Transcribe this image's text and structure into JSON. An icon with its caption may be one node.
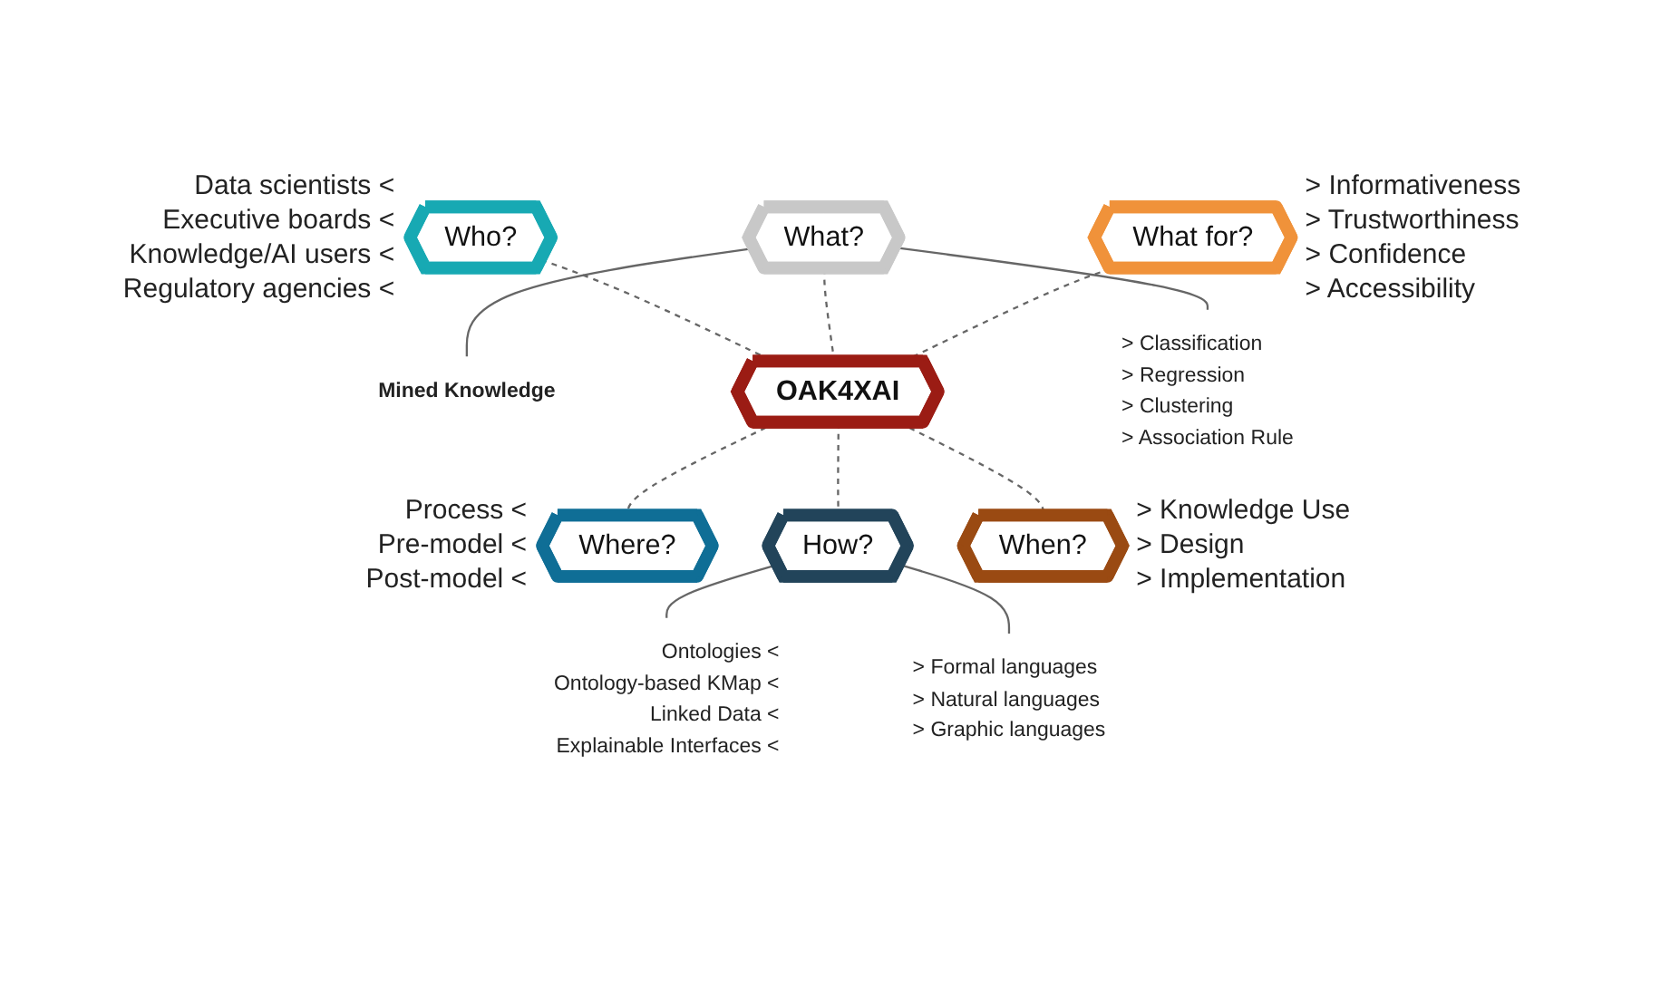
{
  "diagram": {
    "nodes": [
      {
        "text": [
          "What?"
        ]
      },
      {
        "text": [
          "Mined Knowledge"
        ]
      },
      {
        "text": [
          "> Classification",
          "> Regression",
          "> Clustering",
          "> Association Rule"
        ]
      },
      {
        "text": [
          "Who?"
        ],
        "beside": [
          "Data scientists <",
          "Executive boards <",
          "Knowledge/AI users <",
          "Regulatory agencies <"
        ]
      },
      {
        "text": [
          "What for?"
        ],
        "beside": [
          "> Informativeness",
          "> Trustworthiness",
          "> Confidence",
          "> Accessibility"
        ]
      },
      {
        "text": [
          "OAK4XAI"
        ]
      },
      {
        "text": [
          "Where?"
        ],
        "beside": [
          "Process <",
          "Pre-model <",
          "Post-model <"
        ]
      },
      {
        "text": [
          "When?"
        ],
        "beside": [
          "> Knowledge Use",
          "> Design",
          "> Implementation"
        ]
      },
      {
        "text": [
          "How?"
        ]
      },
      {
        "text": [
          "Ontologies <",
          "Ontology-based KMap <",
          "Linked Data <",
          "Explainable Interfaces <"
        ]
      },
      {
        "text": [
          "> Formal languages",
          "> Natural languages",
          "> Graphic languages"
        ]
      }
    ],
    "edges": [
      {
        "from": 0,
        "to": 1,
        "arrow": "none"
      },
      {
        "from": 0,
        "to": 2,
        "arrow": "none"
      },
      {
        "from": 3,
        "to": 5,
        "arrow": "none",
        "style": "dashed"
      },
      {
        "from": 0,
        "to": 5,
        "arrow": "none",
        "style": "dashed"
      },
      {
        "from": 4,
        "to": 5,
        "arrow": "none",
        "style": "dashed"
      },
      {
        "from": 5,
        "to": 6,
        "arrow": "none",
        "style": "dashed"
      },
      {
        "from": 5,
        "to": 8,
        "arrow": "none",
        "style": "dashed"
      },
      {
        "from": 5,
        "to": 7,
        "arrow": "none",
        "style": "dashed"
      },
      {
        "from": 8,
        "to": 9,
        "arrow": "none"
      },
      {
        "from": 8,
        "to": 10,
        "arrow": "none"
      }
    ]
  }
}
